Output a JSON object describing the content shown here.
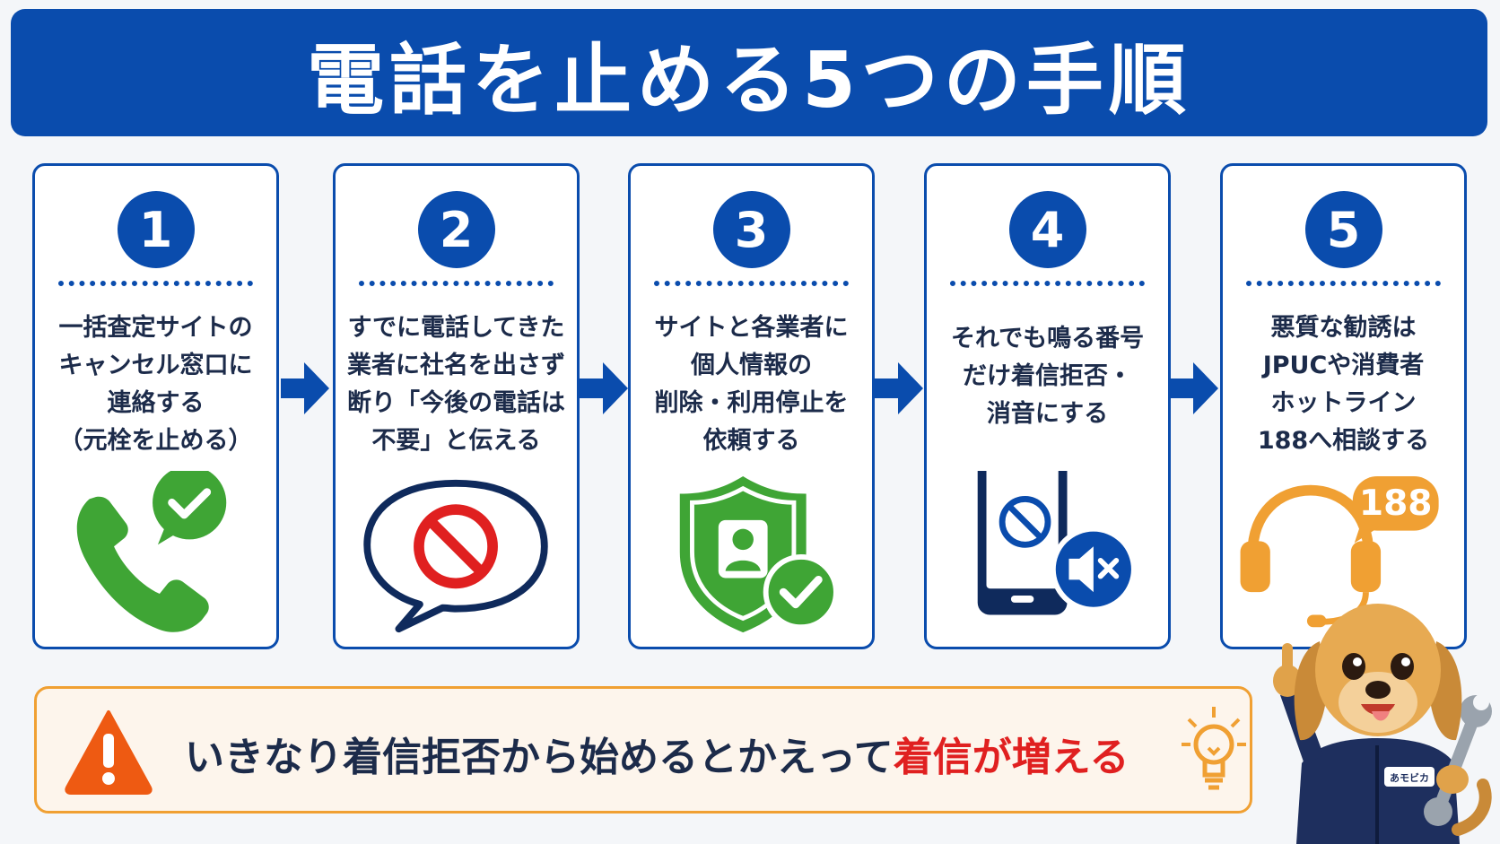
{
  "header": {
    "title": "電話を止める5つの手順"
  },
  "steps": [
    {
      "number": "1",
      "text": "一括査定サイトの\nキャンセル窓口に\n連絡する\n（元栓を止める）",
      "icon": "phone-check-icon"
    },
    {
      "number": "2",
      "text": "すでに電話してきた\n業者に社名を出さず\n断り「今後の電話は\n不要」と伝える",
      "icon": "no-speech-bubble-icon"
    },
    {
      "number": "3",
      "text": "サイトと各業者に\n個人情報の\n削除・利用停止を\n依頼する",
      "icon": "shield-user-check-icon"
    },
    {
      "number": "4",
      "text": "それでも鳴る番号\nだけ着信拒否・\n消音にする",
      "icon": "smartphone-block-mute-icon"
    },
    {
      "number": "5",
      "text": "悪質な勧誘は\nJPUCや消費者\nホットライン\n188へ相談する",
      "icon": "headset-188-icon"
    }
  ],
  "badge_188": "188",
  "warning": {
    "text_main": "いきなり着信拒否から始めるとかえって",
    "text_highlight": "着信が増える"
  },
  "mascot": {
    "badge": "あモビカ"
  },
  "colors": {
    "primary": "#0a4cad",
    "green": "#3fa535",
    "red": "#e02020",
    "orange": "#f0a033",
    "warn_orange": "#ee5a12",
    "navy": "#0f2a5c"
  }
}
